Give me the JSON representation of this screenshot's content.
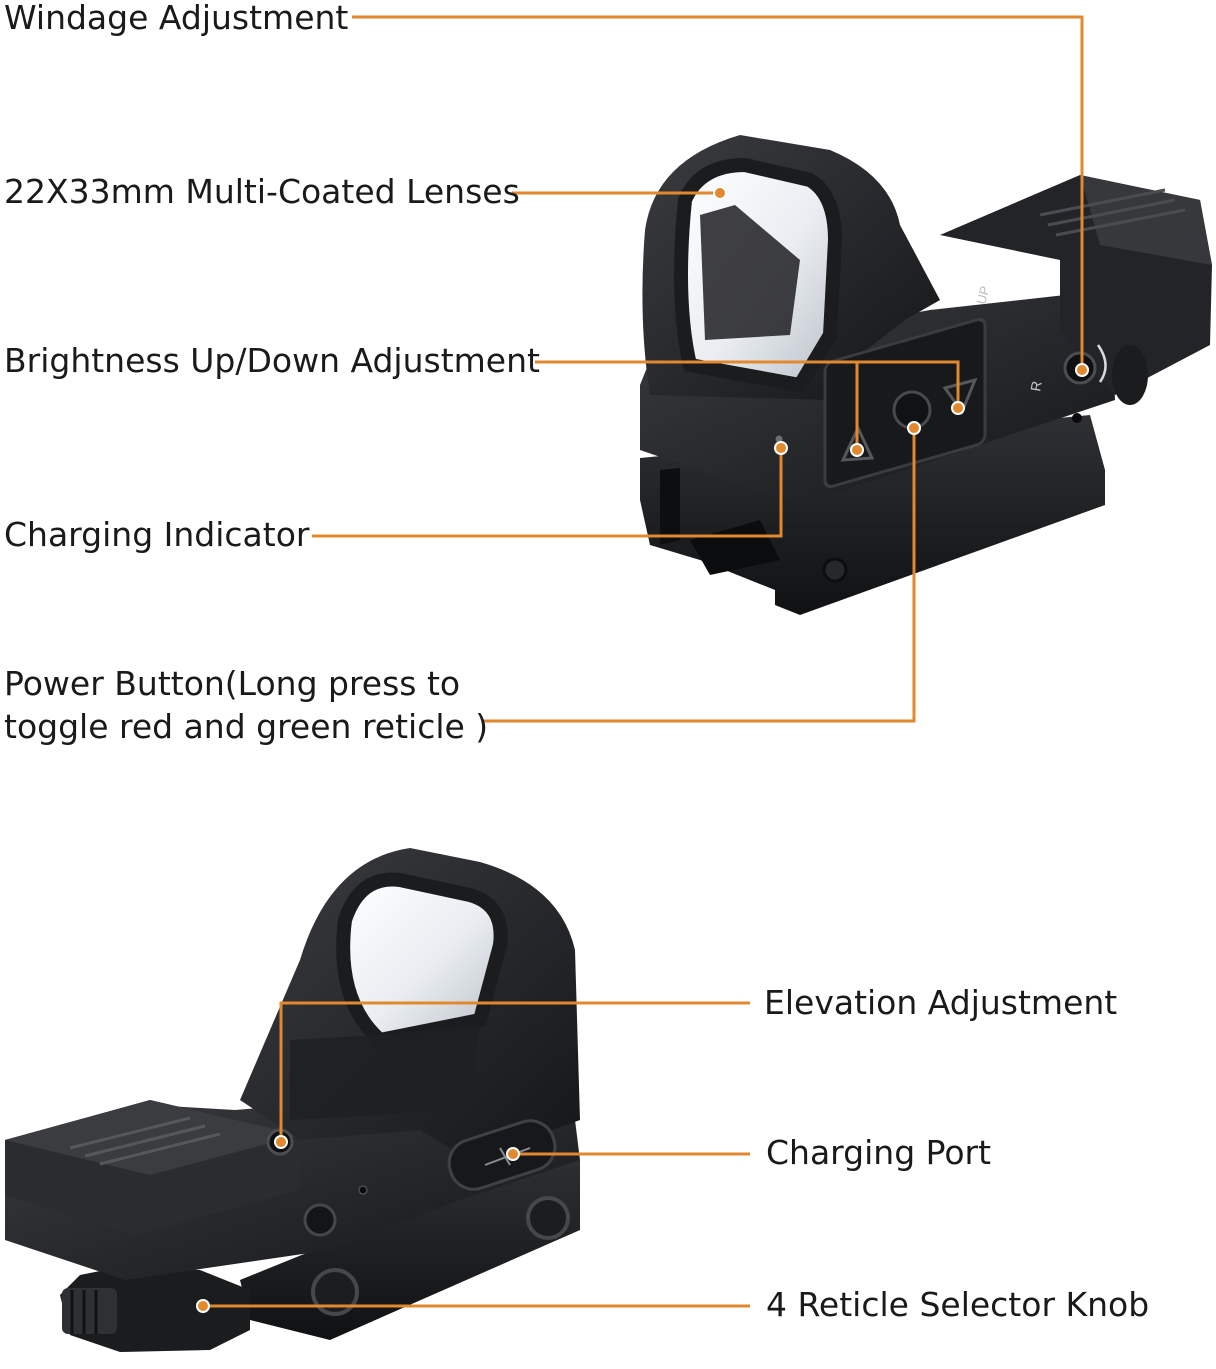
{
  "labels": {
    "windage": "Windage Adjustment",
    "lenses": "22X33mm Multi-Coated Lenses",
    "brightness": "Brightness Up/Down Adjustment",
    "charging_indicator": "Charging Indicator",
    "power_line1": "Power Button(Long press to",
    "power_line2": "toggle red and green reticle )",
    "elevation": "Elevation Adjustment",
    "charging_port": "Charging Port",
    "reticle_knob": "4 Reticle Selector Knob"
  },
  "device_marks": {
    "up_mark": "UP",
    "r_mark": "R"
  },
  "colors": {
    "leader": "#e2882f",
    "body_dark": "#1c1d1f",
    "body_mid": "#2b2c2f",
    "body_light": "#3d3f43",
    "lens_glass": "#eef1f4",
    "text": "#1a1a1a"
  }
}
